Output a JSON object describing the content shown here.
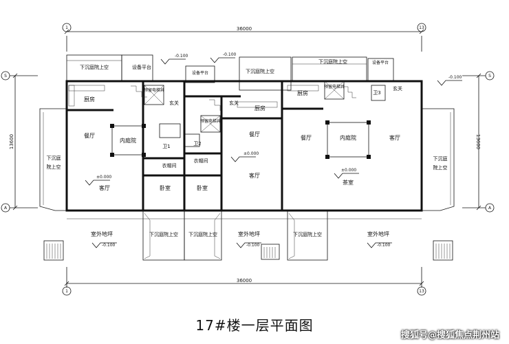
{
  "title": "17#楼一层平面图",
  "watermark": "搜狐号@搜狐焦点荆州站",
  "axes": {
    "top_left": "1",
    "top_right": "13",
    "bottom_left": "1",
    "bottom_right": "13",
    "left_top": "S",
    "left_bottom": "A",
    "right_top": "S",
    "right_bottom": "A"
  },
  "dimensions": {
    "top": "36000",
    "bottom": "36000",
    "left": "13600",
    "right": "13600"
  },
  "rooms": {
    "sunken_top_left": "下沉庭院上空",
    "equipment_platform_1": "设备平台",
    "equipment_platform_2": "设备平台",
    "equipment_platform_3": "设备平台",
    "sunken_top_mid": "下沉庭院上空",
    "sunken_top_right": "下沉庭院上空",
    "kitchen_left": "厨房",
    "shaft_left": "预留电梯井",
    "foyer_left": "玄关",
    "foyer_mid": "玄关",
    "kitchen_mid": "厨房",
    "kitchen_right": "厨房",
    "shaft_right": "预留电梯井",
    "wc_right": "卫3",
    "foyer_right": "玄关",
    "dining_left": "餐厅",
    "courtyard_left": "内庭院",
    "shaft_center": "预留电梯井",
    "wc1": "卫1",
    "wc2": "卫2",
    "closet_left": "衣帽间",
    "closet_right": "衣帽间",
    "dining_mid": "餐厅",
    "dining_right": "餐厅",
    "courtyard_right": "内庭院",
    "living_right_top": "客厅",
    "sunken_side_left": "下沉庭院上空",
    "sunken_side_right": "下沉庭院上空",
    "living_left": "客厅",
    "bedroom_left": "卧室",
    "bedroom_right": "卧室",
    "living_mid": "客厅",
    "tea_room": "茶室",
    "sunken_bottom_1": "下沉庭院上空",
    "sunken_bottom_2": "下沉庭院上空",
    "sunken_bottom_3": "下沉庭院上空",
    "outdoor_1": "室外地坪",
    "outdoor_2": "室外地坪",
    "outdoor_3": "室外地坪"
  },
  "elevations": {
    "top_1": "-0.100",
    "top_2": "-0.100",
    "right_top": "-0.100",
    "zero_left": "±0.000",
    "zero_mid": "±0.000",
    "zero_right": "±0.000",
    "bottom_1": "-0.100",
    "bottom_2": "-0.100",
    "bottom_3": "-0.100"
  }
}
